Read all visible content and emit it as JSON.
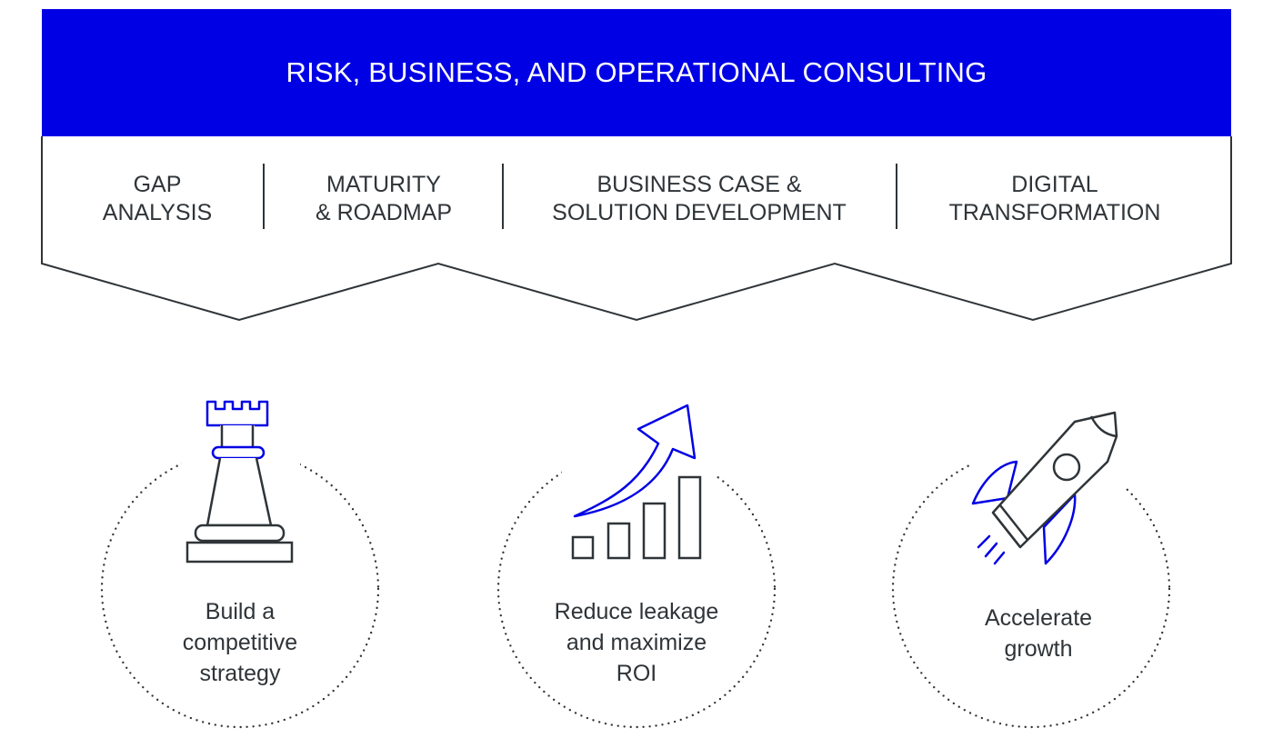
{
  "banner": {
    "title": "RISK, BUSINESS, AND OPERATIONAL CONSULTING"
  },
  "stages": [
    {
      "line1": "GAP",
      "line2": "ANALYSIS"
    },
    {
      "line1": "MATURITY",
      "line2": "& ROADMAP"
    },
    {
      "line1": "BUSINESS CASE &",
      "line2": "SOLUTION DEVELOPMENT"
    },
    {
      "line1": "DIGITAL",
      "line2": "TRANSFORMATION"
    }
  ],
  "benefits": [
    {
      "icon": "chess-rook-icon",
      "lines": [
        "Build a",
        "competitive",
        "strategy"
      ]
    },
    {
      "icon": "growth-chart-icon",
      "lines": [
        "Reduce leakage",
        "and maximize",
        "ROI"
      ]
    },
    {
      "icon": "rocket-icon",
      "lines": [
        "Accelerate",
        "growth"
      ]
    }
  ],
  "colors": {
    "accent_blue": "#0000e5",
    "line_dark": "#2f3438",
    "background": "#ffffff"
  }
}
